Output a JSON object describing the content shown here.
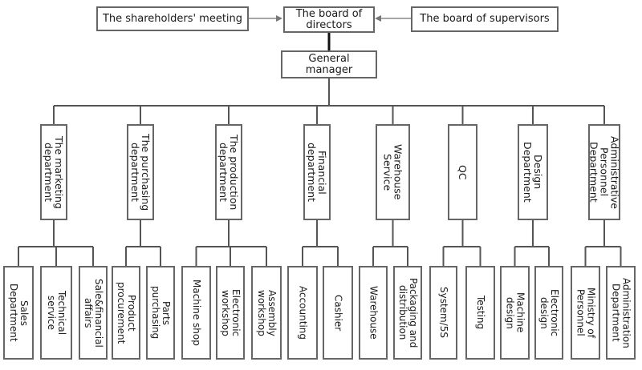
{
  "top": {
    "shareholders": "The shareholders' meeting",
    "board_directors": "The board of\ndirectors",
    "board_supervisors": "The board of supervisors",
    "general_manager": "General manager"
  },
  "departments": [
    {
      "label": "The marketing\ndepartment",
      "subs": [
        "Sales\nDepartment",
        "Technical\nservice",
        "Sale&financial\naffairs"
      ]
    },
    {
      "label": "The purchasing\ndepartment",
      "subs": [
        "Product\nprocurement",
        "Parts\npurchasing"
      ]
    },
    {
      "label": "The production\ndepartment",
      "subs": [
        "Machine shop",
        "Electronic\nworkshop",
        "Assembly\nworkshop"
      ]
    },
    {
      "label": "Financial\ndepartment",
      "subs": [
        "Accounting",
        "Cashier"
      ]
    },
    {
      "label": "Warehouse\nService",
      "subs": [
        "Warehouse",
        "Packaging and\ndistribution"
      ]
    },
    {
      "label": "QC",
      "subs": [
        "System/5S",
        "Testing"
      ]
    },
    {
      "label": "Design\nDepartment",
      "subs": [
        "Machine\ndesign",
        "Electronic\ndesign"
      ]
    },
    {
      "label": "Administrative\nPersonnel\nDepartment",
      "subs": [
        "Ministry of\nPersonnel",
        "Administration\nDepartment"
      ]
    }
  ]
}
